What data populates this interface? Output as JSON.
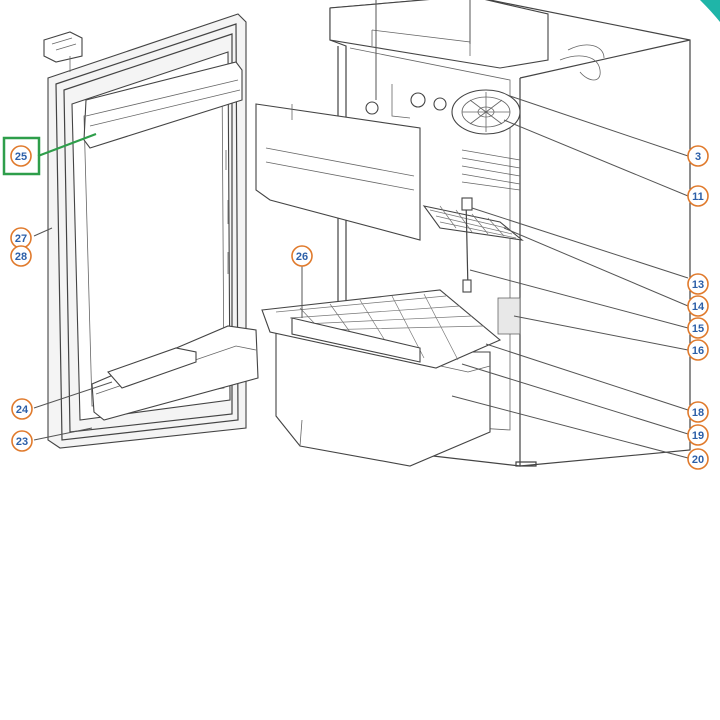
{
  "callouts": [
    {
      "id": "3",
      "label": "3"
    },
    {
      "id": "11",
      "label": "11"
    },
    {
      "id": "13",
      "label": "13"
    },
    {
      "id": "14",
      "label": "14"
    },
    {
      "id": "15",
      "label": "15"
    },
    {
      "id": "16",
      "label": "16"
    },
    {
      "id": "18",
      "label": "18"
    },
    {
      "id": "19",
      "label": "19"
    },
    {
      "id": "20",
      "label": "20"
    },
    {
      "id": "23",
      "label": "23"
    },
    {
      "id": "24",
      "label": "24"
    },
    {
      "id": "25",
      "label": "25"
    },
    {
      "id": "26",
      "label": "26"
    },
    {
      "id": "27",
      "label": "27"
    },
    {
      "id": "28",
      "label": "28"
    }
  ],
  "highlighted_callout": "25",
  "colors": {
    "callout_ring": "#e07a2c",
    "callout_text": "#2c5fa8",
    "highlight": "#2e9e4a",
    "corner_accent": "#1fb5a8",
    "line_art": "#444444"
  }
}
